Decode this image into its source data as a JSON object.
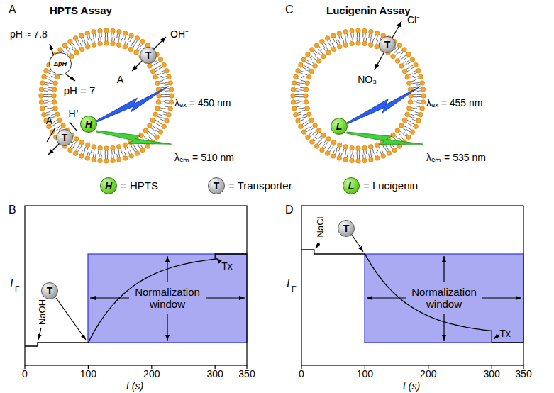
{
  "diagram": {
    "nodes": [
      {
        "text": [
          "pH = 7"
        ]
      },
      {
        "text": [
          "ΔpH"
        ],
        "in": 0
      },
      {
        "text": [
          "T"
        ],
        "in": 0
      },
      {
        "text": [
          "T"
        ],
        "in": 0
      },
      {
        "text": [
          "H"
        ],
        "in": 0
      },
      {
        "text": [
          "T"
        ]
      },
      {
        "text": [
          "L"
        ]
      },
      {
        "text": [
          "H"
        ]
      },
      {
        "text": [
          "T"
        ]
      },
      {
        "text": [
          "L"
        ]
      },
      {
        "text": [
          "Normalization window",
          "Tx"
        ]
      },
      {
        "text": [
          "T"
        ]
      },
      {
        "text": [
          "Normalization window",
          "Tx"
        ]
      },
      {
        "text": [
          "T"
        ]
      }
    ],
    "labels": [
      "A",
      "HPTS Assay",
      "pH ≈ 7.8",
      "OH⁻",
      "A⁻",
      "A⁻",
      "H⁺",
      "λₑₓ = 450 nm",
      "λₑₘ = 510 nm",
      "= HPTS",
      "= Transporter",
      "= Lucigenin",
      "C",
      "Lucigenin Assay",
      "Cl⁻",
      "NO₃⁻",
      "λₑₓ = 455 nm",
      "λₑₘ = 535 nm",
      "B",
      "I",
      "F",
      "NaOH",
      "0",
      "100",
      "200",
      "300",
      "350",
      "t (s)",
      "D",
      "I",
      "F",
      "NaCl",
      "0",
      "100",
      "200",
      "300",
      "350",
      "t (s)"
    ]
  }
}
